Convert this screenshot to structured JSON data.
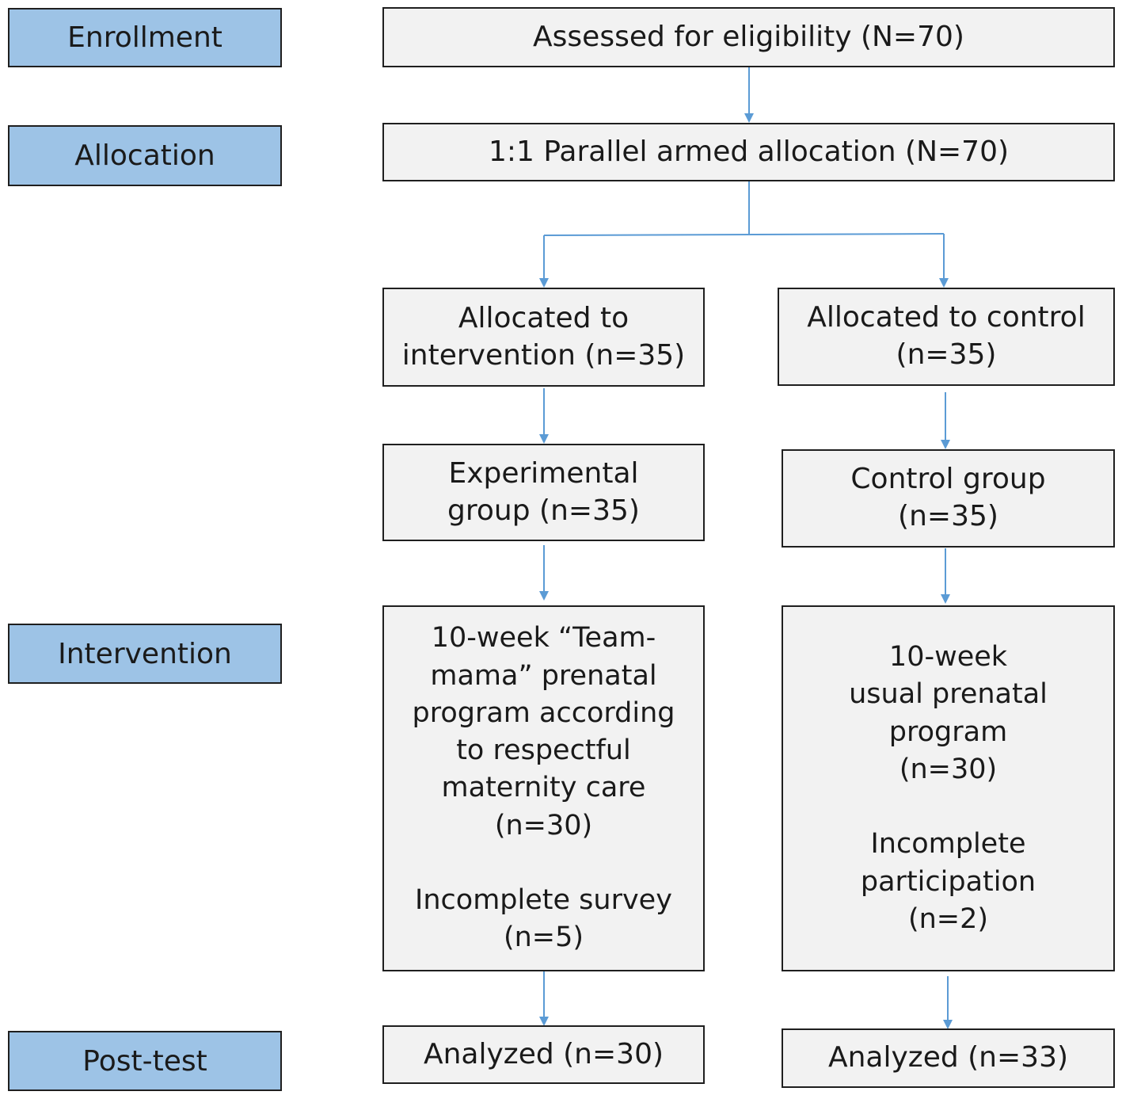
{
  "stages": {
    "enrollment": "Enrollment",
    "allocation": "Allocation",
    "intervention": "Intervention",
    "posttest": "Post-test"
  },
  "boxes": {
    "assessed": "Assessed for eligibility (N=70)",
    "allocation": "1:1 Parallel armed allocation (N=70)",
    "alloc_intervention": "Allocated to\nintervention (n=35)",
    "alloc_control": "Allocated to control\n(n=35)",
    "experimental_group": "Experimental\ngroup (n=35)",
    "control_group": "Control group\n(n=35)",
    "intervention_program": "10-week “Team-\nmama” prenatal\nprogram according\nto respectful\nmaternity care\n(n=30)\n\nIncomplete survey\n(n=5)",
    "control_program": "10-week\nusual prenatal\nprogram\n(n=30)\n\nIncomplete\nparticipation\n(n=2)",
    "analyzed_intervention": "Analyzed (n=30)",
    "analyzed_control": "Analyzed (n=33)"
  },
  "colors": {
    "stage_fill": "#9dc3e6",
    "box_fill": "#f2f2f2",
    "arrow": "#5b9bd5",
    "border": "#1f1f1f"
  }
}
